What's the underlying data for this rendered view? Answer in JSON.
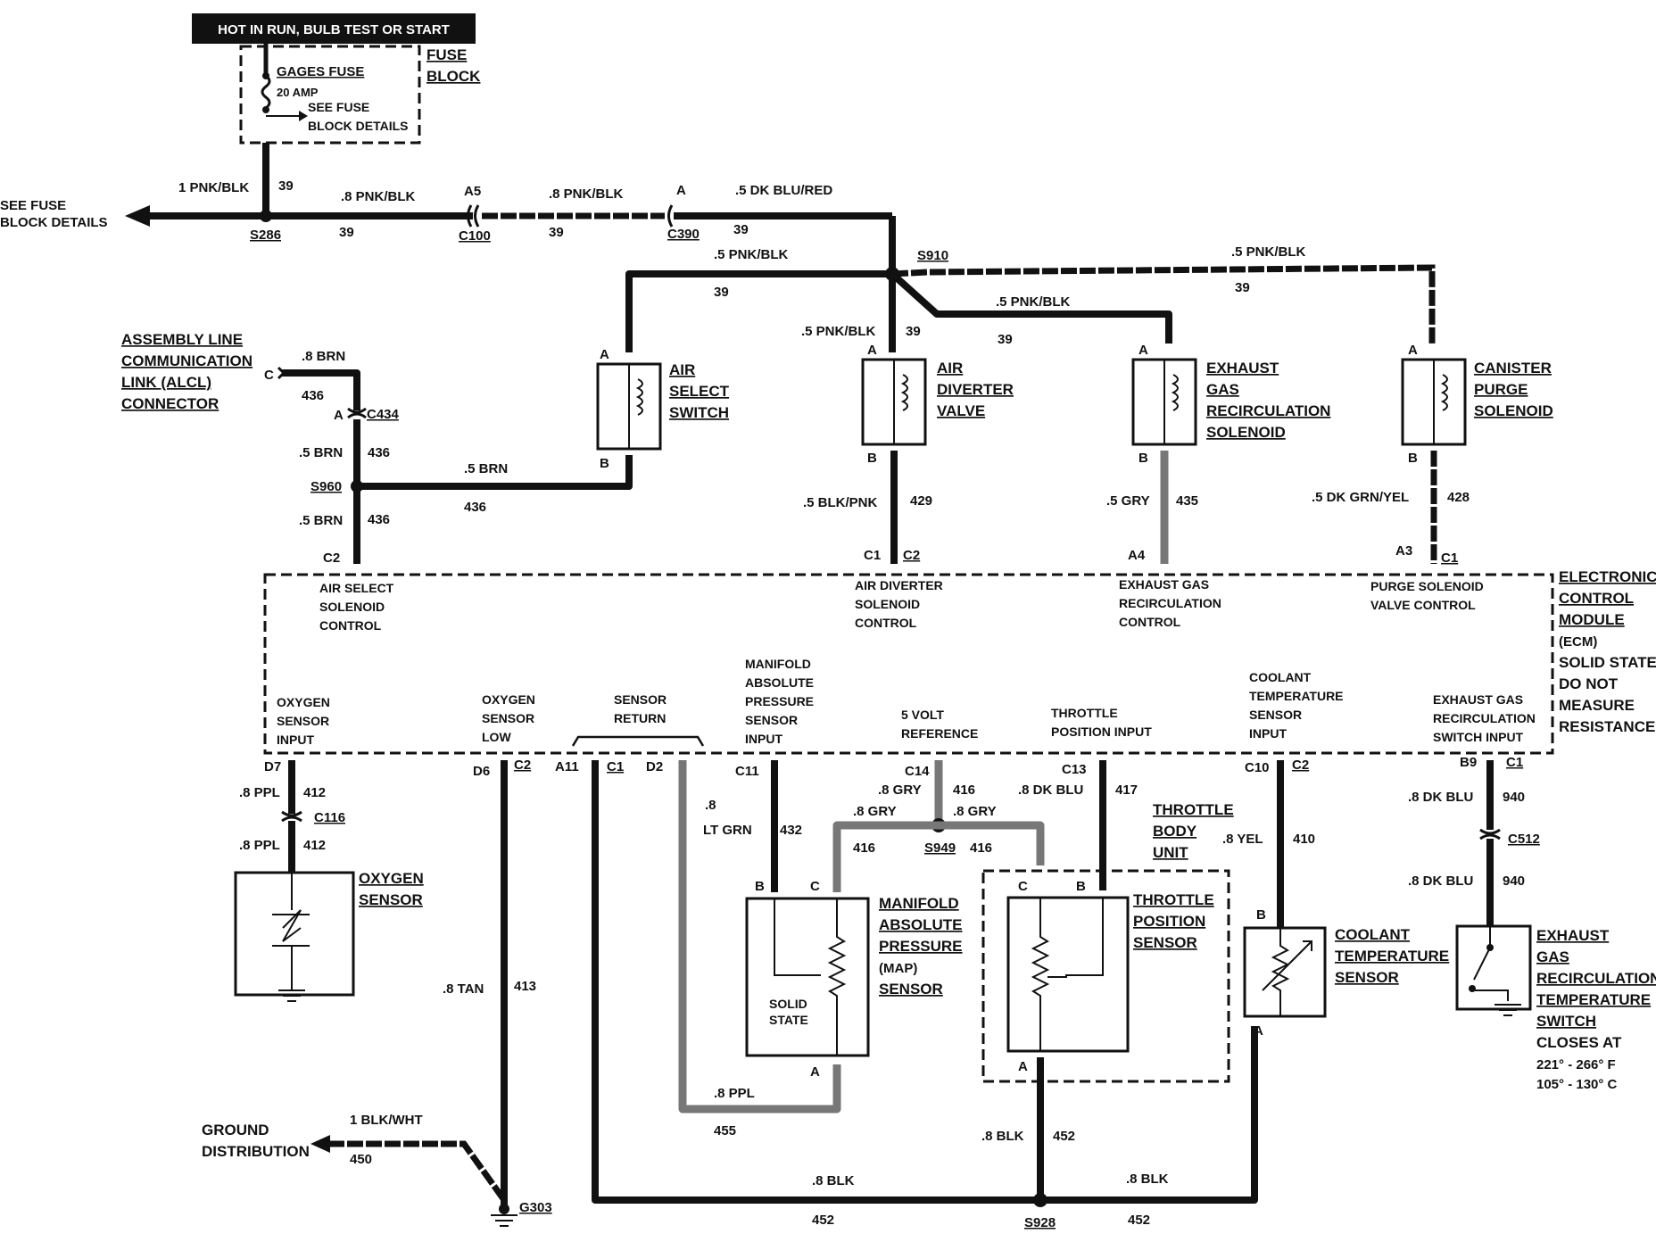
{
  "header": {
    "power_label": "HOT IN RUN, BULB TEST OR START"
  },
  "fuse": {
    "block_label": [
      "FUSE",
      "BLOCK"
    ],
    "name": "GAGES FUSE",
    "rating": "20 AMP",
    "see_details": [
      "SEE FUSE",
      "BLOCK DETAILS"
    ]
  },
  "see_fuse_block": [
    "SEE FUSE",
    "BLOCK DETAILS"
  ],
  "splices": {
    "s286": "S286",
    "s910": "S910",
    "s960": "S960",
    "s949": "S949",
    "s928": "S928"
  },
  "connectors": {
    "c100": "C100",
    "c390": "C390",
    "c434": "C434",
    "c116": "C116",
    "c512": "C512"
  },
  "wires": {
    "pnkblk1": "1 PNK/BLK",
    "pnkblk8": ".8 PNK/BLK",
    "dkblured": ".5 DK BLU/RED",
    "pnkblk5": ".5 PNK/BLK",
    "brn8": ".8 BRN",
    "brn5": ".5 BRN",
    "blkpnk": ".5 BLK/PNK",
    "gry5": ".5 GRY",
    "dkgrnyel": ".5 DK GRN/YEL",
    "ppl8": ".8 PPL",
    "tan8": ".8 TAN",
    "ltgrn": [
      ".8",
      "LT GRN"
    ],
    "gry8": ".8 GRY",
    "dkblu8": ".8 DK BLU",
    "yel8": ".8 YEL",
    "blk8": ".8 BLK",
    "blkwht": "1 BLK/WHT"
  },
  "circuits": {
    "c39": "39",
    "c436": "436",
    "c429": "429",
    "c435": "435",
    "c428": "428",
    "c412": "412",
    "c413": "413",
    "c432": "432",
    "c416": "416",
    "c417": "417",
    "c410": "410",
    "c940": "940",
    "c455": "455",
    "c452": "452",
    "c450": "450"
  },
  "pins": {
    "a": "A",
    "b": "B",
    "c": "C",
    "a5": "A5",
    "c2": "C2",
    "c1": "C1",
    "a4": "A4",
    "a3": "A3",
    "d7": "D7",
    "d6": "D6",
    "a11": "A11",
    "d2": "D2",
    "c11": "C11",
    "c14": "C14",
    "c13": "C13",
    "c10": "C10",
    "b9": "B9"
  },
  "components": {
    "alcl": [
      "ASSEMBLY LINE",
      "COMMUNICATION",
      "LINK (ALCL)",
      "CONNECTOR"
    ],
    "air_select": [
      "AIR",
      "SELECT",
      "SWITCH"
    ],
    "air_diverter": [
      "AIR",
      "DIVERTER",
      "VALVE"
    ],
    "egr_solenoid": [
      "EXHAUST",
      "GAS",
      "RECIRCULATION",
      "SOLENOID"
    ],
    "canister": [
      "CANISTER",
      "PURGE",
      "SOLENOID"
    ],
    "oxygen": [
      "OXYGEN",
      "SENSOR"
    ],
    "map": [
      "MANIFOLD",
      "ABSOLUTE",
      "PRESSURE",
      "(MAP)",
      "SENSOR"
    ],
    "map_inner": [
      "SOLID",
      "STATE"
    ],
    "throttle_body": [
      "THROTTLE",
      "BODY",
      "UNIT"
    ],
    "tps": [
      "THROTTLE",
      "POSITION",
      "SENSOR"
    ],
    "coolant": [
      "COOLANT",
      "TEMPERATURE",
      "SENSOR"
    ],
    "egr_temp": [
      "EXHAUST",
      "GAS",
      "RECIRCULATION",
      "TEMPERATURE",
      "SWITCH",
      "CLOSES AT",
      "221° - 266° F",
      "105° - 130° C"
    ],
    "ground_dist": [
      "GROUND",
      "DISTRIBUTION"
    ],
    "g303": "G303"
  },
  "ecm": {
    "title": [
      "ELECTRONIC",
      "CONTROL",
      "MODULE",
      "(ECM)",
      "SOLID STATE:",
      "DO NOT",
      "MEASURE",
      "RESISTANCE"
    ],
    "air_select_ctrl": [
      "AIR SELECT",
      "SOLENOID",
      "CONTROL"
    ],
    "air_div_ctrl": [
      "AIR DIVERTER",
      "SOLENOID",
      "CONTROL"
    ],
    "egr_ctrl": [
      "EXHAUST GAS",
      "RECIRCULATION",
      "CONTROL"
    ],
    "purge_ctrl": [
      "PURGE SOLENOID",
      "VALVE CONTROL"
    ],
    "o2_input": [
      "OXYGEN",
      "SENSOR",
      "INPUT"
    ],
    "o2_low": [
      "OXYGEN",
      "SENSOR",
      "LOW"
    ],
    "sensor_return": [
      "SENSOR",
      "RETURN"
    ],
    "map_input": [
      "MANIFOLD",
      "ABSOLUTE",
      "PRESSURE",
      "SENSOR",
      "INPUT"
    ],
    "vref": [
      "5 VOLT",
      "REFERENCE"
    ],
    "tps_input": [
      "THROTTLE",
      "POSITION INPUT"
    ],
    "cts_input": [
      "COOLANT",
      "TEMPERATURE",
      "SENSOR",
      "INPUT"
    ],
    "egr_sw_input": [
      "EXHAUST GAS",
      "RECIRCULATION",
      "SWITCH INPUT"
    ]
  }
}
